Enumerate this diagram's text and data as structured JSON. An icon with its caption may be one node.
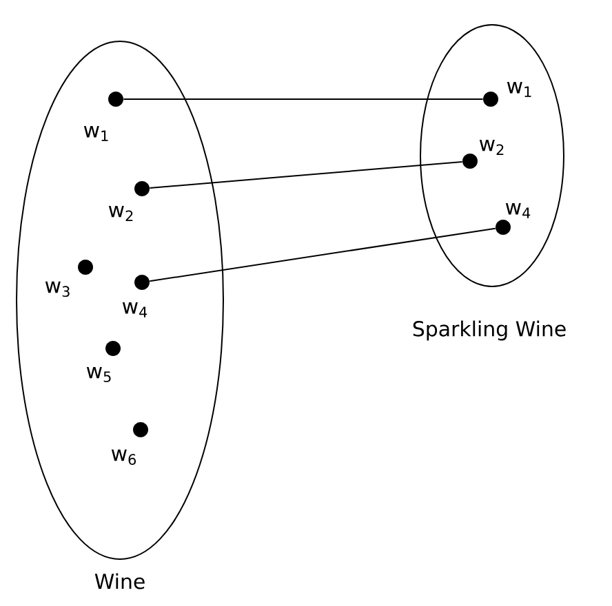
{
  "diagram": {
    "nodes": [
      {
        "text": [
          "Wine"
        ]
      },
      {
        "text": [],
        "shape": "circle",
        "beside": [
          "w$_{1}$"
        ],
        "in": 0
      },
      {
        "text": [],
        "shape": "circle",
        "beside": [
          "w$_{2}$"
        ],
        "in": 0
      },
      {
        "text": [],
        "shape": "circle",
        "beside": [
          "w$_{3}$"
        ],
        "in": 0
      },
      {
        "text": [],
        "shape": "circle",
        "beside": [
          "w$_{4}$"
        ],
        "in": 0
      },
      {
        "text": [],
        "shape": "circle",
        "beside": [
          "w$_{5}$"
        ],
        "in": 0
      },
      {
        "text": [],
        "shape": "circle",
        "beside": [
          "w$_{6}$"
        ],
        "in": 0
      },
      {
        "text": [
          "Sparkling Wine"
        ]
      },
      {
        "text": [],
        "shape": "circle",
        "beside": [
          "w$_{1}$"
        ],
        "in": 7
      },
      {
        "text": [],
        "shape": "circle",
        "beside": [
          "w$_{2}$"
        ],
        "in": 7
      },
      {
        "text": [],
        "shape": "circle",
        "beside": [
          "w$_{4}$"
        ],
        "in": 7
      }
    ],
    "edges": [
      {
        "from": 1,
        "to": 8,
        "arrow": "none"
      },
      {
        "from": 2,
        "to": 9,
        "arrow": "none"
      },
      {
        "from": 4,
        "to": 10,
        "arrow": "none"
      }
    ]
  }
}
